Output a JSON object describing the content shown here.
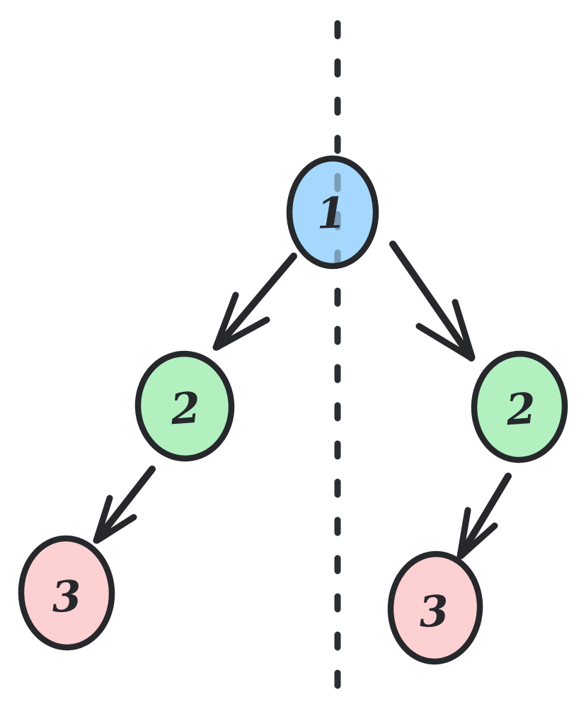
{
  "diagram": {
    "type": "tree",
    "background_color": "#ffffff",
    "stroke_color": "#26282c",
    "symmetry_axis": {
      "style": "dashed",
      "orientation": "vertical",
      "color": "#2a2d31"
    },
    "nodes": [
      {
        "id": "root",
        "label": "1",
        "fill": "#a5d8fc"
      },
      {
        "id": "left-child",
        "label": "2",
        "fill": "#b2f0c0"
      },
      {
        "id": "right-child",
        "label": "2",
        "fill": "#b2f0c0"
      },
      {
        "id": "left-grandchild",
        "label": "3",
        "fill": "#fdd0d2"
      },
      {
        "id": "right-grandchild",
        "label": "3",
        "fill": "#fdd0d2"
      }
    ],
    "edges": [
      {
        "from": "root",
        "to": "left-child"
      },
      {
        "from": "root",
        "to": "right-child"
      },
      {
        "from": "left-child",
        "to": "left-grandchild"
      },
      {
        "from": "right-child",
        "to": "right-grandchild"
      }
    ]
  }
}
